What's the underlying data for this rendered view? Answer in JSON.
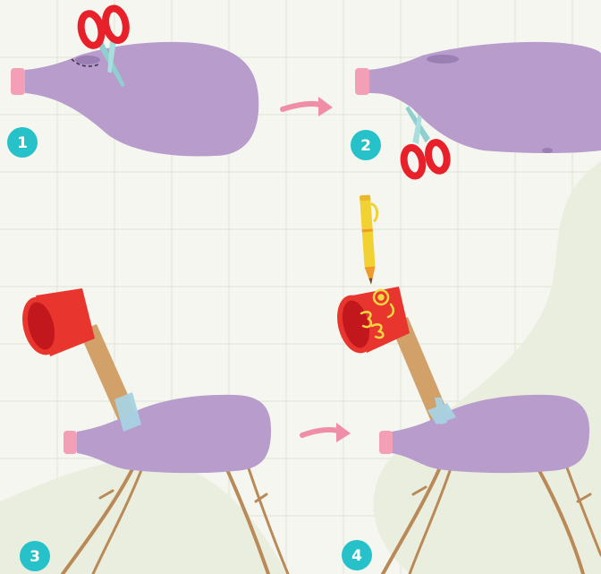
{
  "steps": [
    {
      "number": "1"
    },
    {
      "number": "2"
    },
    {
      "number": "3"
    },
    {
      "number": "4"
    }
  ],
  "colors": {
    "background": "#f4f6ef",
    "bg_blob": "#e9eddd",
    "grid": "#dfe6d6",
    "bottle": "#b79ccc",
    "bottle_shade": "#9a7fb4",
    "cap": "#f3a0b6",
    "badge": "#27c1c9",
    "scissors_handle": "#e8202a",
    "scissors_blade": "#8fcfcf",
    "arrow": "#f08ea8",
    "cup": "#e8352d",
    "cup_inside": "#c2171c",
    "neck_stick": "#d2a169",
    "tape": "#a8d3e3",
    "twig": "#b98a57",
    "pencil_body": "#f2d233",
    "pencil_tip": "#f09a2a",
    "face_drawing": "#f5d742"
  },
  "icons": [
    "scissors-icon",
    "arrow-right-icon",
    "pencil-icon"
  ]
}
